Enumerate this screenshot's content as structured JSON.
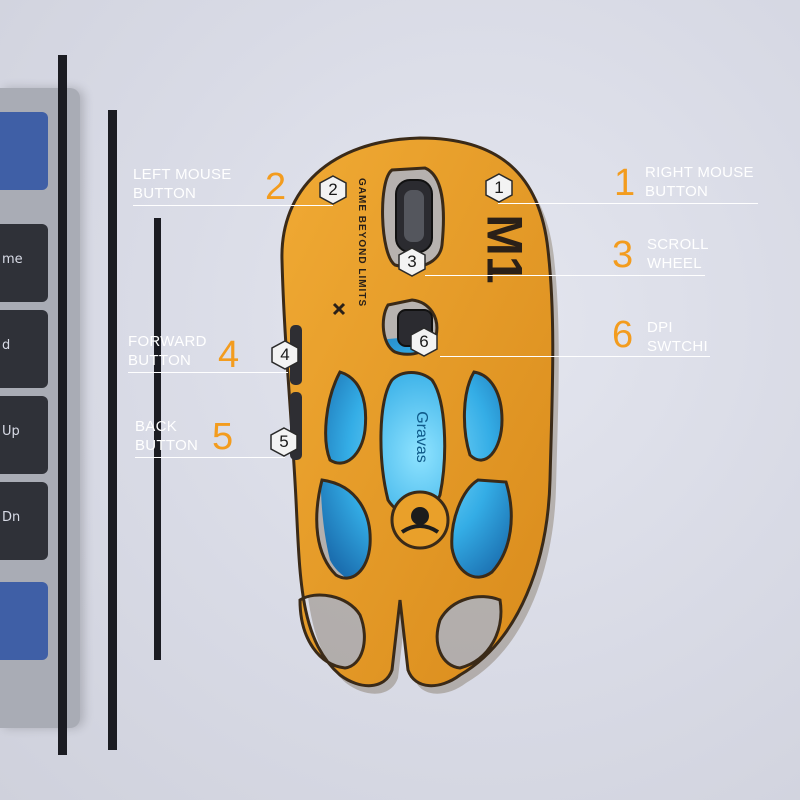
{
  "callouts": {
    "right_mouse": {
      "number": "1",
      "line1": "RIGHT MOUSE",
      "line2": "BUTTON",
      "hex": "1"
    },
    "left_mouse": {
      "number": "2",
      "line1": "LEFT MOUSE",
      "line2": "BUTTON",
      "hex": "2"
    },
    "scroll": {
      "number": "3",
      "line1": "SCROLL",
      "line2": "WHEEL",
      "hex": "3"
    },
    "forward": {
      "number": "4",
      "line1": "FORWARD",
      "line2": "BUTTON",
      "hex": "4"
    },
    "back": {
      "number": "5",
      "line1": "BACK",
      "line2": "BUTTON",
      "hex": "5"
    },
    "dpi": {
      "number": "6",
      "line1": "DPI",
      "line2": "SWTCHI",
      "hex": "6"
    }
  },
  "mouse": {
    "slogan": "GAME BEYOND LIMITS",
    "model_mark": "M1",
    "side_mark": "Gravas",
    "shell_color": "#e9a02a",
    "core_color": "#3fb3e8"
  },
  "keyboard_keys": [
    "",
    "me",
    "d",
    "Up",
    "Dn"
  ],
  "colors": {
    "accent": "#f39c1e",
    "label": "#ffffff"
  }
}
